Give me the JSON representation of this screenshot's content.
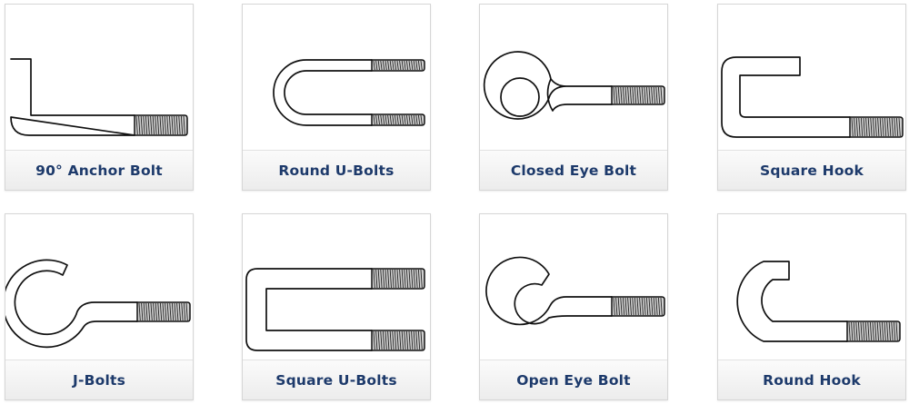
{
  "items": [
    {
      "label": "90° Anchor Bolt",
      "icon": "anchor-bolt-icon"
    },
    {
      "label": "Round U-Bolts",
      "icon": "round-u-bolt-icon"
    },
    {
      "label": "Closed Eye Bolt",
      "icon": "closed-eye-bolt-icon"
    },
    {
      "label": "Square Hook",
      "icon": "square-hook-icon"
    },
    {
      "label": "J-Bolts",
      "icon": "j-bolt-icon"
    },
    {
      "label": "Square U-Bolts",
      "icon": "square-u-bolt-icon"
    },
    {
      "label": "Open Eye Bolt",
      "icon": "open-eye-bolt-icon"
    },
    {
      "label": "Round Hook",
      "icon": "round-hook-icon"
    }
  ],
  "colors": {
    "label_text": "#1d3a6b",
    "border": "#d6d6d6",
    "thread_fill": "#cfcfcf"
  }
}
